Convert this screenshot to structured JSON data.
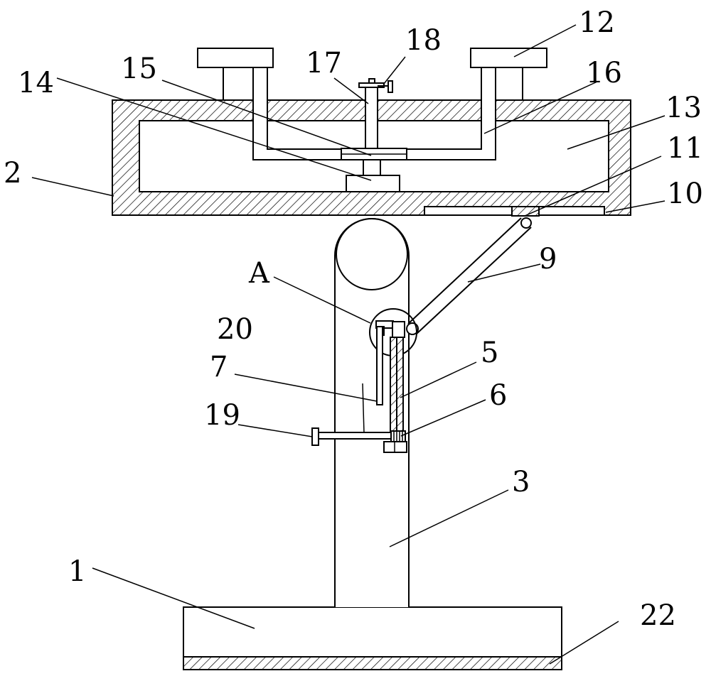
{
  "labels": {
    "l1": "1",
    "l2": "2",
    "l3": "3",
    "l5": "5",
    "l6": "6",
    "l7": "7",
    "l9": "9",
    "l10": "10",
    "l11": "11",
    "l12": "12",
    "l13": "13",
    "l14": "14",
    "l15": "15",
    "l16": "16",
    "l17": "17",
    "l18": "18",
    "l19": "19",
    "l20": "20",
    "l22": "22",
    "lA": "A"
  }
}
